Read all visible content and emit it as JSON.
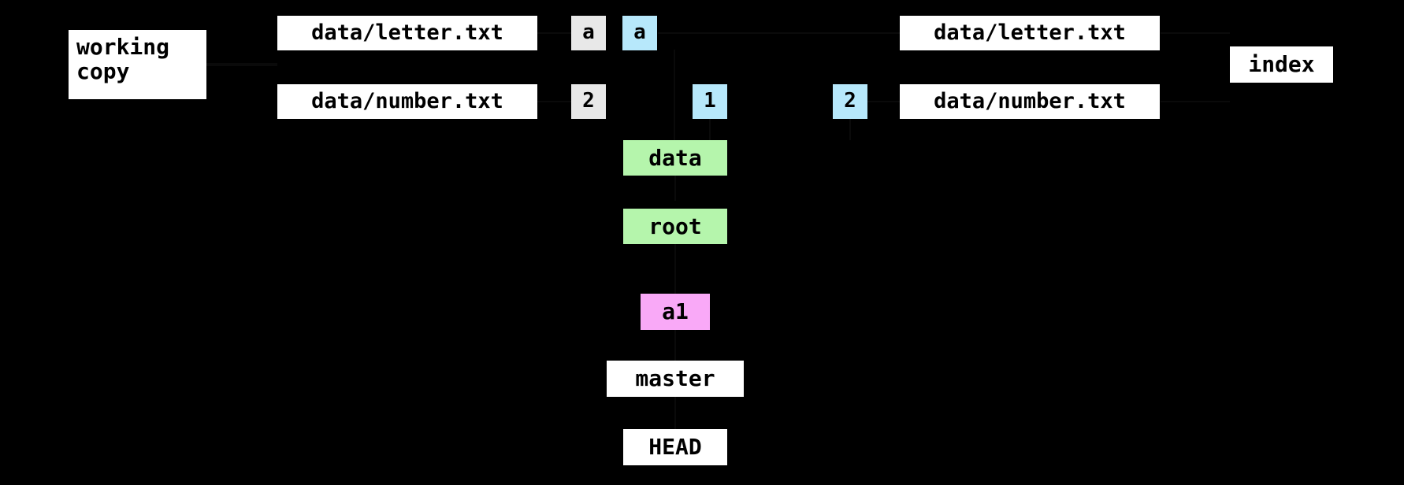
{
  "diagram": {
    "title": "git object graph: working copy, index and committed tree",
    "background_color": "#000000",
    "palette": {
      "white": "#ffffff",
      "gray": "#e8e8e8",
      "blue": "#b7e8fb",
      "green": "#b5f5ac",
      "pink": "#f9a9f7",
      "text": "#000000"
    }
  },
  "labels": {
    "working_copy_line1": "working",
    "working_copy_line2": "copy",
    "index": "index"
  },
  "working_copy_files": [
    {
      "path": "data/letter.txt",
      "content": "a"
    },
    {
      "path": "data/number.txt",
      "content": "2"
    }
  ],
  "index_files": [
    {
      "path": "data/letter.txt",
      "content": "a"
    },
    {
      "path": "data/number.txt",
      "content": "2"
    }
  ],
  "blobs_left": [
    {
      "value": "a",
      "color": "#b7e8fb"
    },
    {
      "value": "1",
      "color": "#b7e8fb"
    }
  ],
  "blobs_right": [
    {
      "value": "2",
      "color": "#b7e8fb"
    }
  ],
  "trees": [
    {
      "name": "data",
      "color": "#b5f5ac"
    },
    {
      "name": "root",
      "color": "#b5f5ac"
    }
  ],
  "commits": [
    {
      "hash": "a1",
      "color": "#f9a9f7"
    }
  ],
  "refs": [
    {
      "name": "master"
    },
    {
      "name": "HEAD"
    }
  ]
}
